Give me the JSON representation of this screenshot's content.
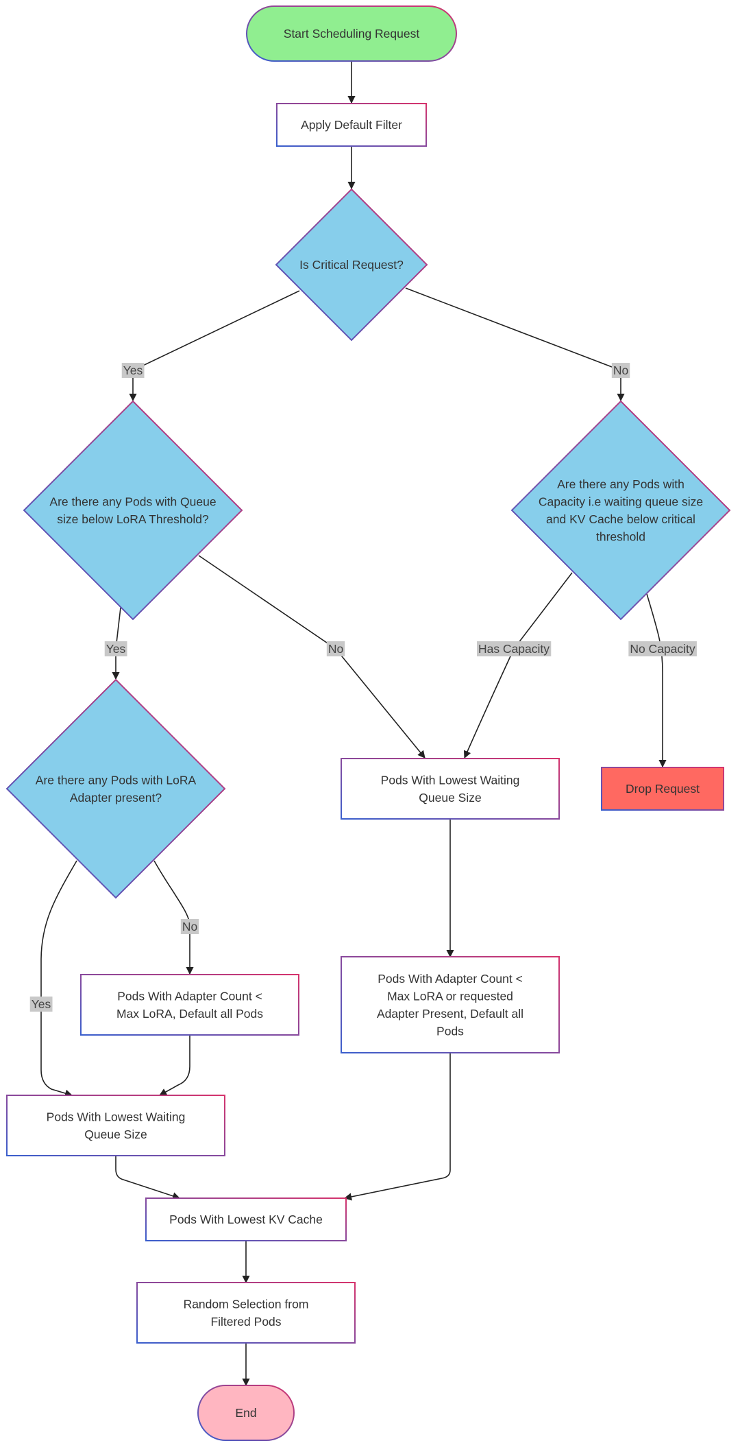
{
  "colors": {
    "start_fill": "#90ee90",
    "end_fill": "#ffb6c1",
    "decision_fill": "#87ceeb",
    "drop_fill": "#ff6961",
    "process_fill": "#ffffff",
    "border_blue": "#3a5fcd",
    "border_pink": "#d6336c",
    "edge": "#222222",
    "edge_label_bg": "#c8c8c8"
  },
  "nodes": {
    "start": {
      "lines": [
        "Start Scheduling Request"
      ]
    },
    "default_filter": {
      "lines": [
        "Apply Default Filter"
      ]
    },
    "critical": {
      "lines": [
        "Is Critical Request?"
      ]
    },
    "lora_threshold": {
      "lines": [
        "Are there any Pods with Queue",
        "size below LoRA Threshold?"
      ]
    },
    "capacity": {
      "lines": [
        "Are there any Pods with",
        "Capacity i.e  waiting queue size",
        "and KV Cache below critical",
        "threshold"
      ]
    },
    "lora_adapter": {
      "lines": [
        "Are there any Pods with LoRA",
        "Adapter present?"
      ]
    },
    "lowest_wait_mid": {
      "lines": [
        "Pods With Lowest Waiting",
        "Queue Size"
      ]
    },
    "drop": {
      "lines": [
        "Drop Request"
      ]
    },
    "adapter_count_left": {
      "lines": [
        "Pods With Adapter Count <",
        "Max LoRA, Default all Pods"
      ]
    },
    "adapter_count_right": {
      "lines": [
        "Pods With Adapter Count <",
        "Max LoRA or requested",
        "Adapter Present, Default all",
        "Pods"
      ]
    },
    "lowest_wait_left": {
      "lines": [
        "Pods With Lowest Waiting",
        "Queue Size"
      ]
    },
    "lowest_kv": {
      "lines": [
        "Pods With Lowest KV Cache"
      ]
    },
    "random": {
      "lines": [
        "Random Selection from",
        "Filtered Pods"
      ]
    },
    "end": {
      "lines": [
        "End"
      ]
    }
  },
  "edges": [
    {
      "id": "start-to-filter",
      "label": ""
    },
    {
      "id": "filter-to-critical",
      "label": ""
    },
    {
      "id": "critical-yes",
      "label": "Yes"
    },
    {
      "id": "critical-no",
      "label": "No"
    },
    {
      "id": "threshold-yes",
      "label": "Yes"
    },
    {
      "id": "threshold-no",
      "label": "No"
    },
    {
      "id": "has-capacity",
      "label": "Has Capacity"
    },
    {
      "id": "no-capacity",
      "label": "No Capacity"
    },
    {
      "id": "adapter-yes",
      "label": "Yes"
    },
    {
      "id": "adapter-no",
      "label": "No"
    },
    {
      "id": "adapter-count-left-to-wait",
      "label": ""
    },
    {
      "id": "wait-mid-to-adapter-count-right",
      "label": ""
    },
    {
      "id": "adapter-count-right-to-kv",
      "label": ""
    },
    {
      "id": "wait-left-to-kv",
      "label": ""
    },
    {
      "id": "kv-to-random",
      "label": ""
    },
    {
      "id": "random-to-end",
      "label": ""
    }
  ]
}
